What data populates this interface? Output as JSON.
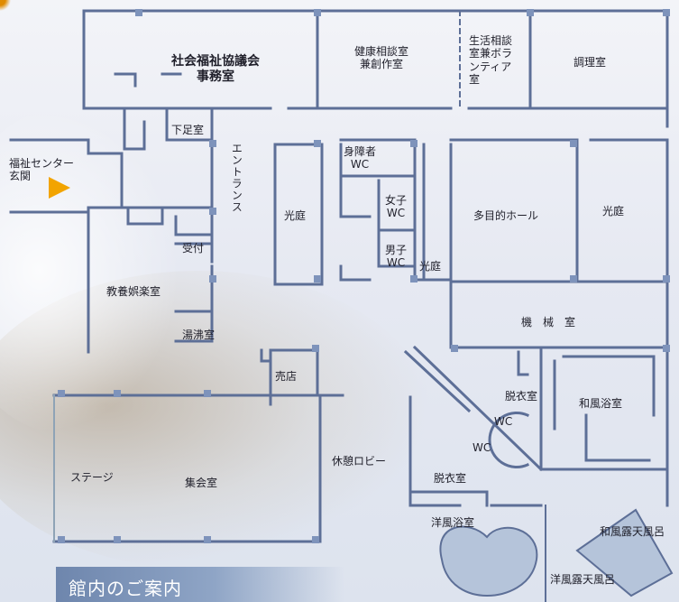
{
  "caption": "館内のご案内",
  "rooms": {
    "social_welfare_office": [
      "社会福祉協議会",
      "事務室"
    ],
    "health_consultation": [
      "健康相談室",
      "兼創作室"
    ],
    "life_consultation": [
      "生活相談",
      "室兼ボラ",
      "ンティア",
      "室"
    ],
    "cooking": "調理室",
    "shoe_room": "下足室",
    "welfare_center_entrance": [
      "福祉センター",
      "玄関"
    ],
    "entrance": "エントランス",
    "light_court_left": "光庭",
    "disabled_wc": [
      "身障者",
      "WC"
    ],
    "female_wc": [
      "女子",
      "WC"
    ],
    "male_wc": [
      "男子",
      "WC"
    ],
    "light_court_small": "光庭",
    "multipurpose_hall": "多目的ホール",
    "light_court_right": "光庭",
    "reception": "受付",
    "culture_room": "教養娯楽室",
    "boiler_room": "湯沸室",
    "machine_room": "機　械　室",
    "shop": "売店",
    "changing_room_upper": "脱衣室",
    "japanese_bath": "和風浴室",
    "wc_a": "WC",
    "wc_b": "WC",
    "rest_lobby": "休憩ロビー",
    "stage": "ステージ",
    "assembly_hall": "集会室",
    "changing_room_lower": "脱衣室",
    "western_bath": "洋風浴室",
    "japanese_outdoor_bath": "和風露天風呂",
    "western_outdoor_bath": "洋風露天風呂"
  }
}
